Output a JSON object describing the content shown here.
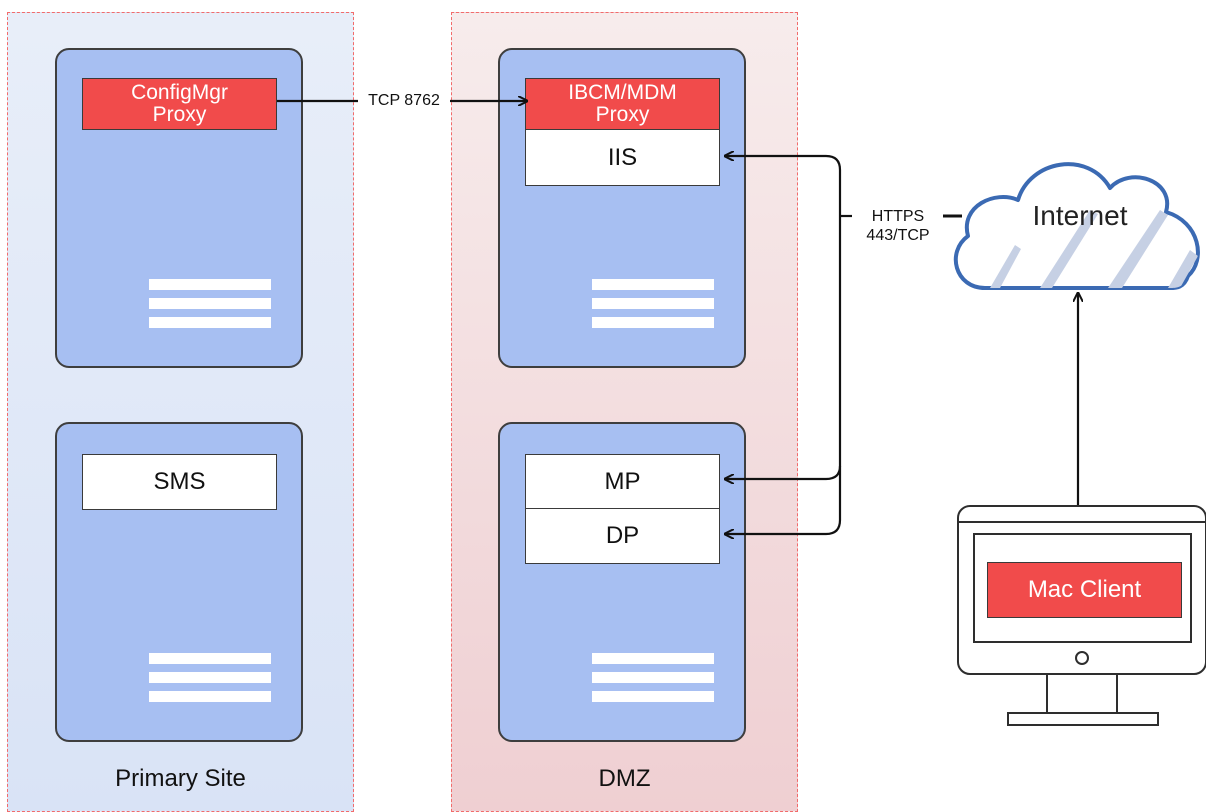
{
  "zones": {
    "primary": {
      "label": "Primary Site"
    },
    "dmz": {
      "label": "DMZ"
    }
  },
  "primary_site": {
    "server1": {
      "component": "ConfigMgr\nProxy"
    },
    "server2": {
      "component": "SMS"
    }
  },
  "dmz": {
    "server1": {
      "components": [
        "IBCM/MDM\nProxy",
        "IIS"
      ]
    },
    "server2": {
      "components": [
        "MP",
        "DP"
      ]
    }
  },
  "connections": {
    "proxy_link": "TCP 8762",
    "https_link": "HTTPS\n443/TCP"
  },
  "internet": {
    "label": "Internet"
  },
  "client": {
    "label": "Mac Client"
  },
  "colors": {
    "server_fill": "#a7bff2",
    "accent_red": "#f14b4b",
    "zone_border": "#f26b6b",
    "cloud_outline": "#3b6ab3"
  }
}
